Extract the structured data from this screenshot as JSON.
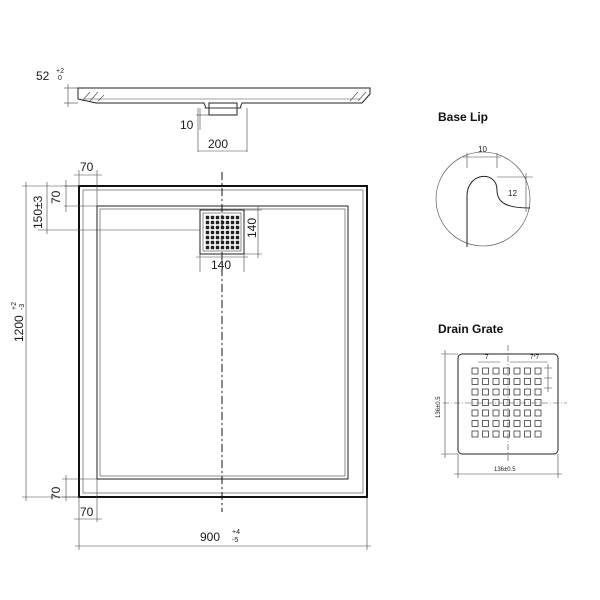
{
  "profile": {
    "depth": "52",
    "depth_tol_upper": "+2",
    "depth_tol_lower": "0",
    "waste_height": "10",
    "waste_width": "200"
  },
  "plan": {
    "border_top": "70",
    "waste_offset": "150±3",
    "length": "1200",
    "length_tol_upper": "+2",
    "length_tol_lower": "-3",
    "grate_height": "140",
    "grate_width": "140",
    "border_bottom": "70",
    "border_left": "70",
    "width": "900",
    "width_tol_upper": "+4",
    "width_tol_lower": "-5"
  },
  "base_lip": {
    "title": "Base Lip",
    "width": "10",
    "height": "12"
  },
  "drain_grate": {
    "title": "Drain Grate",
    "hole_size": "7",
    "hole_spacing": "7*7",
    "size_vertical": "136±0.5",
    "size_horizontal": "136±0.5"
  }
}
